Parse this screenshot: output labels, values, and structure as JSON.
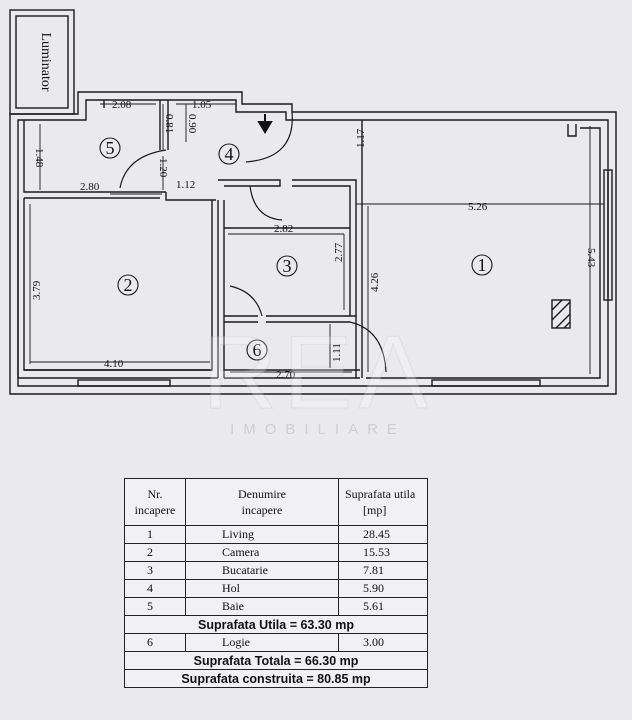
{
  "plan": {
    "luminator_label": "Luminator",
    "dimensions": {
      "d208": "2.08",
      "d105": "1.05",
      "d081": "0.81",
      "d090": "0.90",
      "d117": "1.17",
      "d148": "1.48",
      "d120": "1.20",
      "d280": "2.80",
      "d112": "1.12",
      "d526": "5.26",
      "d282": "2.82",
      "d543": "5.43",
      "d379": "3.79",
      "d277": "2.77",
      "d426": "4.26",
      "d410": "4.10",
      "d111": "1.11",
      "d270": "2.70"
    },
    "rooms": {
      "r1": "1",
      "r2": "2",
      "r3": "3",
      "r4": "4",
      "r5": "5",
      "r6": "6"
    }
  },
  "watermark": {
    "brand": "REA",
    "sub": "IMOBILIARE"
  },
  "table": {
    "headers": {
      "nr_line1": "Nr.",
      "nr_line2": "incapere",
      "name_line1": "Denumire",
      "name_line2": "incapere",
      "area_line1": "Suprafata utila",
      "area_line2": "[mp]"
    },
    "rows": [
      {
        "nr": "1",
        "name": "Living",
        "area": "28.45"
      },
      {
        "nr": "2",
        "name": "Camera",
        "area": "15.53"
      },
      {
        "nr": "3",
        "name": "Bucatarie",
        "area": "7.81"
      },
      {
        "nr": "4",
        "name": "Hol",
        "area": "5.90"
      },
      {
        "nr": "5",
        "name": "Baie",
        "area": "5.61"
      }
    ],
    "total_utila": "Suprafata Utila  =  63.30 mp",
    "logie": {
      "nr": "6",
      "name": "Logie",
      "area": "3.00"
    },
    "total_totala": "Suprafata Totala  =  66.30 mp",
    "total_construita": "Suprafata  construita  =  80.85 mp"
  }
}
